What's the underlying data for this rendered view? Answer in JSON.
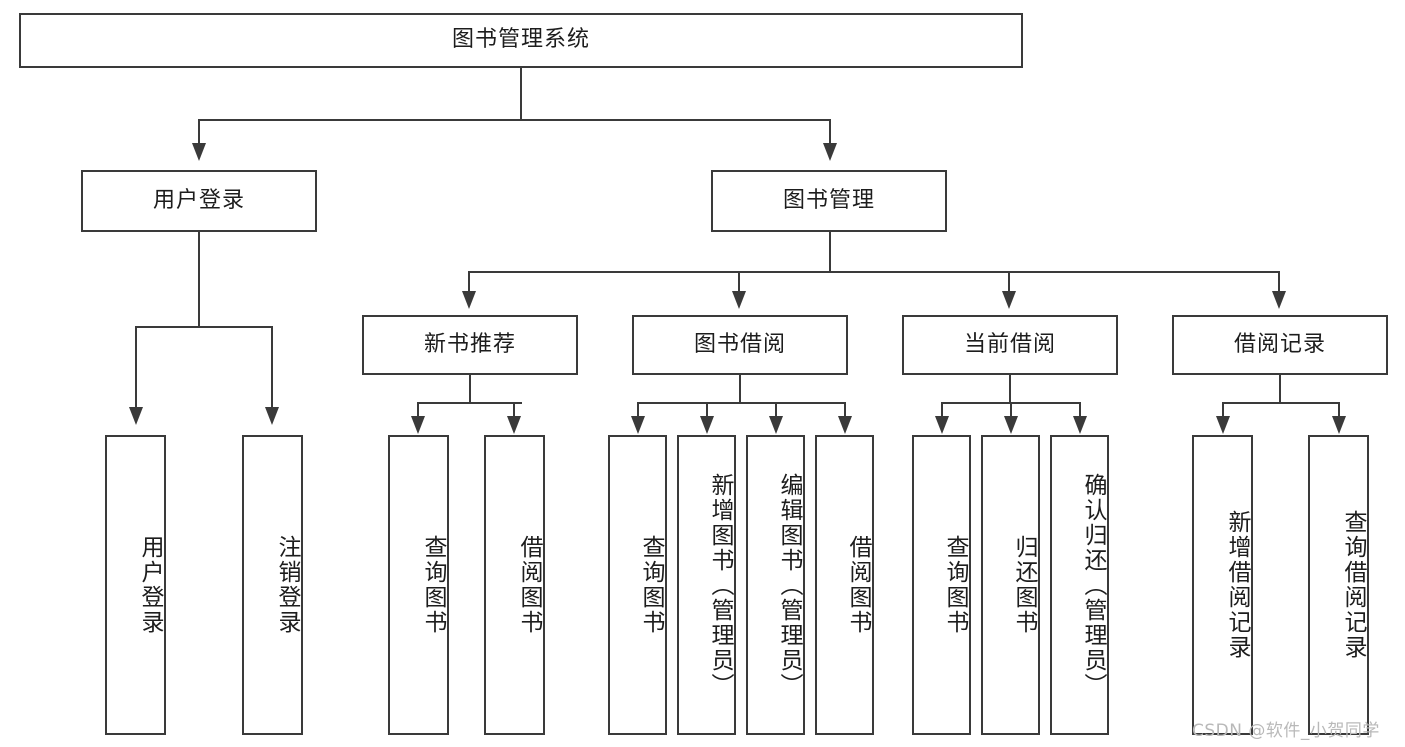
{
  "diagram": {
    "title": "图书管理系统",
    "type": "tree",
    "root": {
      "label": "图书管理系统"
    },
    "level2": [
      {
        "id": "user-login",
        "label": "用户登录"
      },
      {
        "id": "book-manage",
        "label": "图书管理"
      }
    ],
    "level3": [
      {
        "id": "new-book-recommend",
        "label": "新书推荐",
        "parent": "book-manage"
      },
      {
        "id": "book-borrow",
        "label": "图书借阅",
        "parent": "book-manage"
      },
      {
        "id": "current-borrow",
        "label": "当前借阅",
        "parent": "book-manage"
      },
      {
        "id": "borrow-record",
        "label": "借阅记录",
        "parent": "book-manage"
      }
    ],
    "leaves": [
      {
        "id": "leaf-user-login",
        "label": "用户登录",
        "parent": "user-login"
      },
      {
        "id": "leaf-logout-login",
        "label": "注销登录",
        "parent": "user-login"
      },
      {
        "id": "leaf-query-book-1",
        "label": "查询图书",
        "parent": "new-book-recommend"
      },
      {
        "id": "leaf-borrow-book-1",
        "label": "借阅图书",
        "parent": "new-book-recommend"
      },
      {
        "id": "leaf-query-book-2",
        "label": "查询图书",
        "parent": "book-borrow"
      },
      {
        "id": "leaf-add-book",
        "label": "新增图书（管理员）",
        "parent": "book-borrow"
      },
      {
        "id": "leaf-edit-book",
        "label": "编辑图书（管理员）",
        "parent": "book-borrow"
      },
      {
        "id": "leaf-borrow-book-2",
        "label": "借阅图书",
        "parent": "book-borrow"
      },
      {
        "id": "leaf-query-book-3",
        "label": "查询图书",
        "parent": "current-borrow"
      },
      {
        "id": "leaf-return-book",
        "label": "归还图书",
        "parent": "current-borrow"
      },
      {
        "id": "leaf-confirm-return",
        "label": "确认归还（管理员）",
        "parent": "current-borrow"
      },
      {
        "id": "leaf-add-record",
        "label": "新增借阅记录",
        "parent": "borrow-record"
      },
      {
        "id": "leaf-query-record",
        "label": "查询借阅记录",
        "parent": "borrow-record"
      }
    ]
  },
  "watermark": {
    "text": "CSDN @软件_小贺同学"
  },
  "colors": {
    "stroke": "#3a3a3a",
    "text": "#1d1d1d",
    "background": "#ffffff",
    "watermark": "#b9b9b9"
  }
}
